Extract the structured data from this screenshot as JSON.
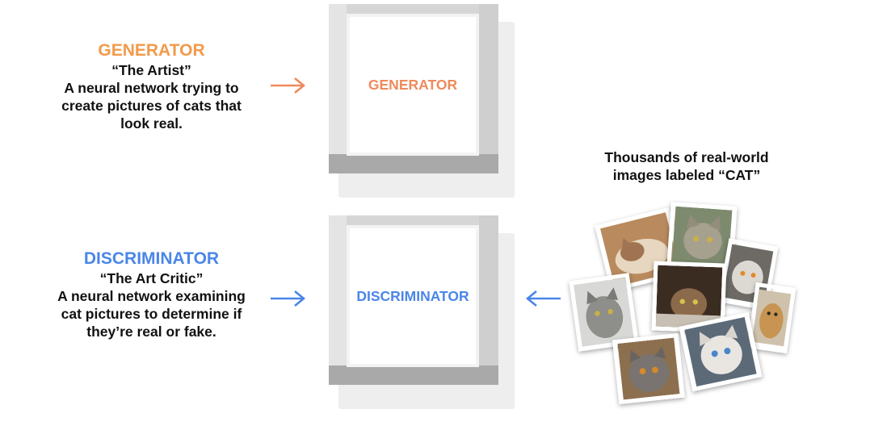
{
  "generator_label": {
    "title": "GENERATOR",
    "subtitle": "“The Artist”",
    "description_lines": [
      "A neural network trying to",
      "create pictures of cats that",
      "look real."
    ],
    "color": "#F29A4A"
  },
  "generator_box": {
    "label": "GENERATOR",
    "color": "#EE8A5C"
  },
  "discriminator_label": {
    "title": "DISCRIMINATOR",
    "subtitle": "“The Art Critic”",
    "description_lines": [
      "A neural network examining",
      "cat pictures to determine if",
      "they’re real or fake."
    ],
    "color": "#4A86E8"
  },
  "discriminator_box": {
    "label": "DISCRIMINATOR",
    "color": "#4A86E8"
  },
  "dataset_caption": {
    "lines": [
      "Thousands of real-world",
      "images labeled “CAT”"
    ]
  },
  "arrows": {
    "generator_color": "#EE8A5C",
    "discriminator_color": "#4A86E8"
  },
  "photos": [
    {
      "name": "cat-photo-sleeping-tabby",
      "bg": "#b98a5e",
      "fur": "#e7d7c0"
    },
    {
      "name": "cat-photo-grey-tabby",
      "bg": "#7d8a6e",
      "fur": "#a6a08e"
    },
    {
      "name": "cat-photo-white-orange-eyes",
      "bg": "#6d6a66",
      "fur": "#dcd8d2"
    },
    {
      "name": "cat-photo-silver-tabby",
      "bg": "#d8d8d6",
      "fur": "#8e8e8a"
    },
    {
      "name": "cat-photo-cat-in-bag",
      "bg": "#3b2c22",
      "fur": "#8a6a4a"
    },
    {
      "name": "cat-photo-orange-tabby",
      "bg": "#cfc2ad",
      "fur": "#c79452"
    },
    {
      "name": "cat-photo-british-shorthair",
      "bg": "#8c6f4e",
      "fur": "#7a7470"
    },
    {
      "name": "cat-photo-blue-eyed",
      "bg": "#5c6a78",
      "fur": "#e9e6e2"
    }
  ]
}
